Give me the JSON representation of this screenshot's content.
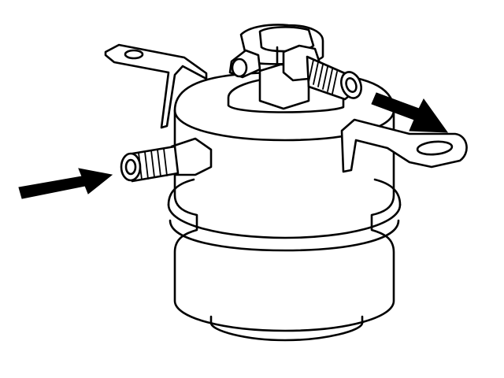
{
  "diagram": {
    "subject": "receiver-drier",
    "line_color": "#000000",
    "background": "#ffffff",
    "flow": {
      "inlet_arrow_direction": "right",
      "outlet_arrow_direction": "right-down"
    }
  }
}
